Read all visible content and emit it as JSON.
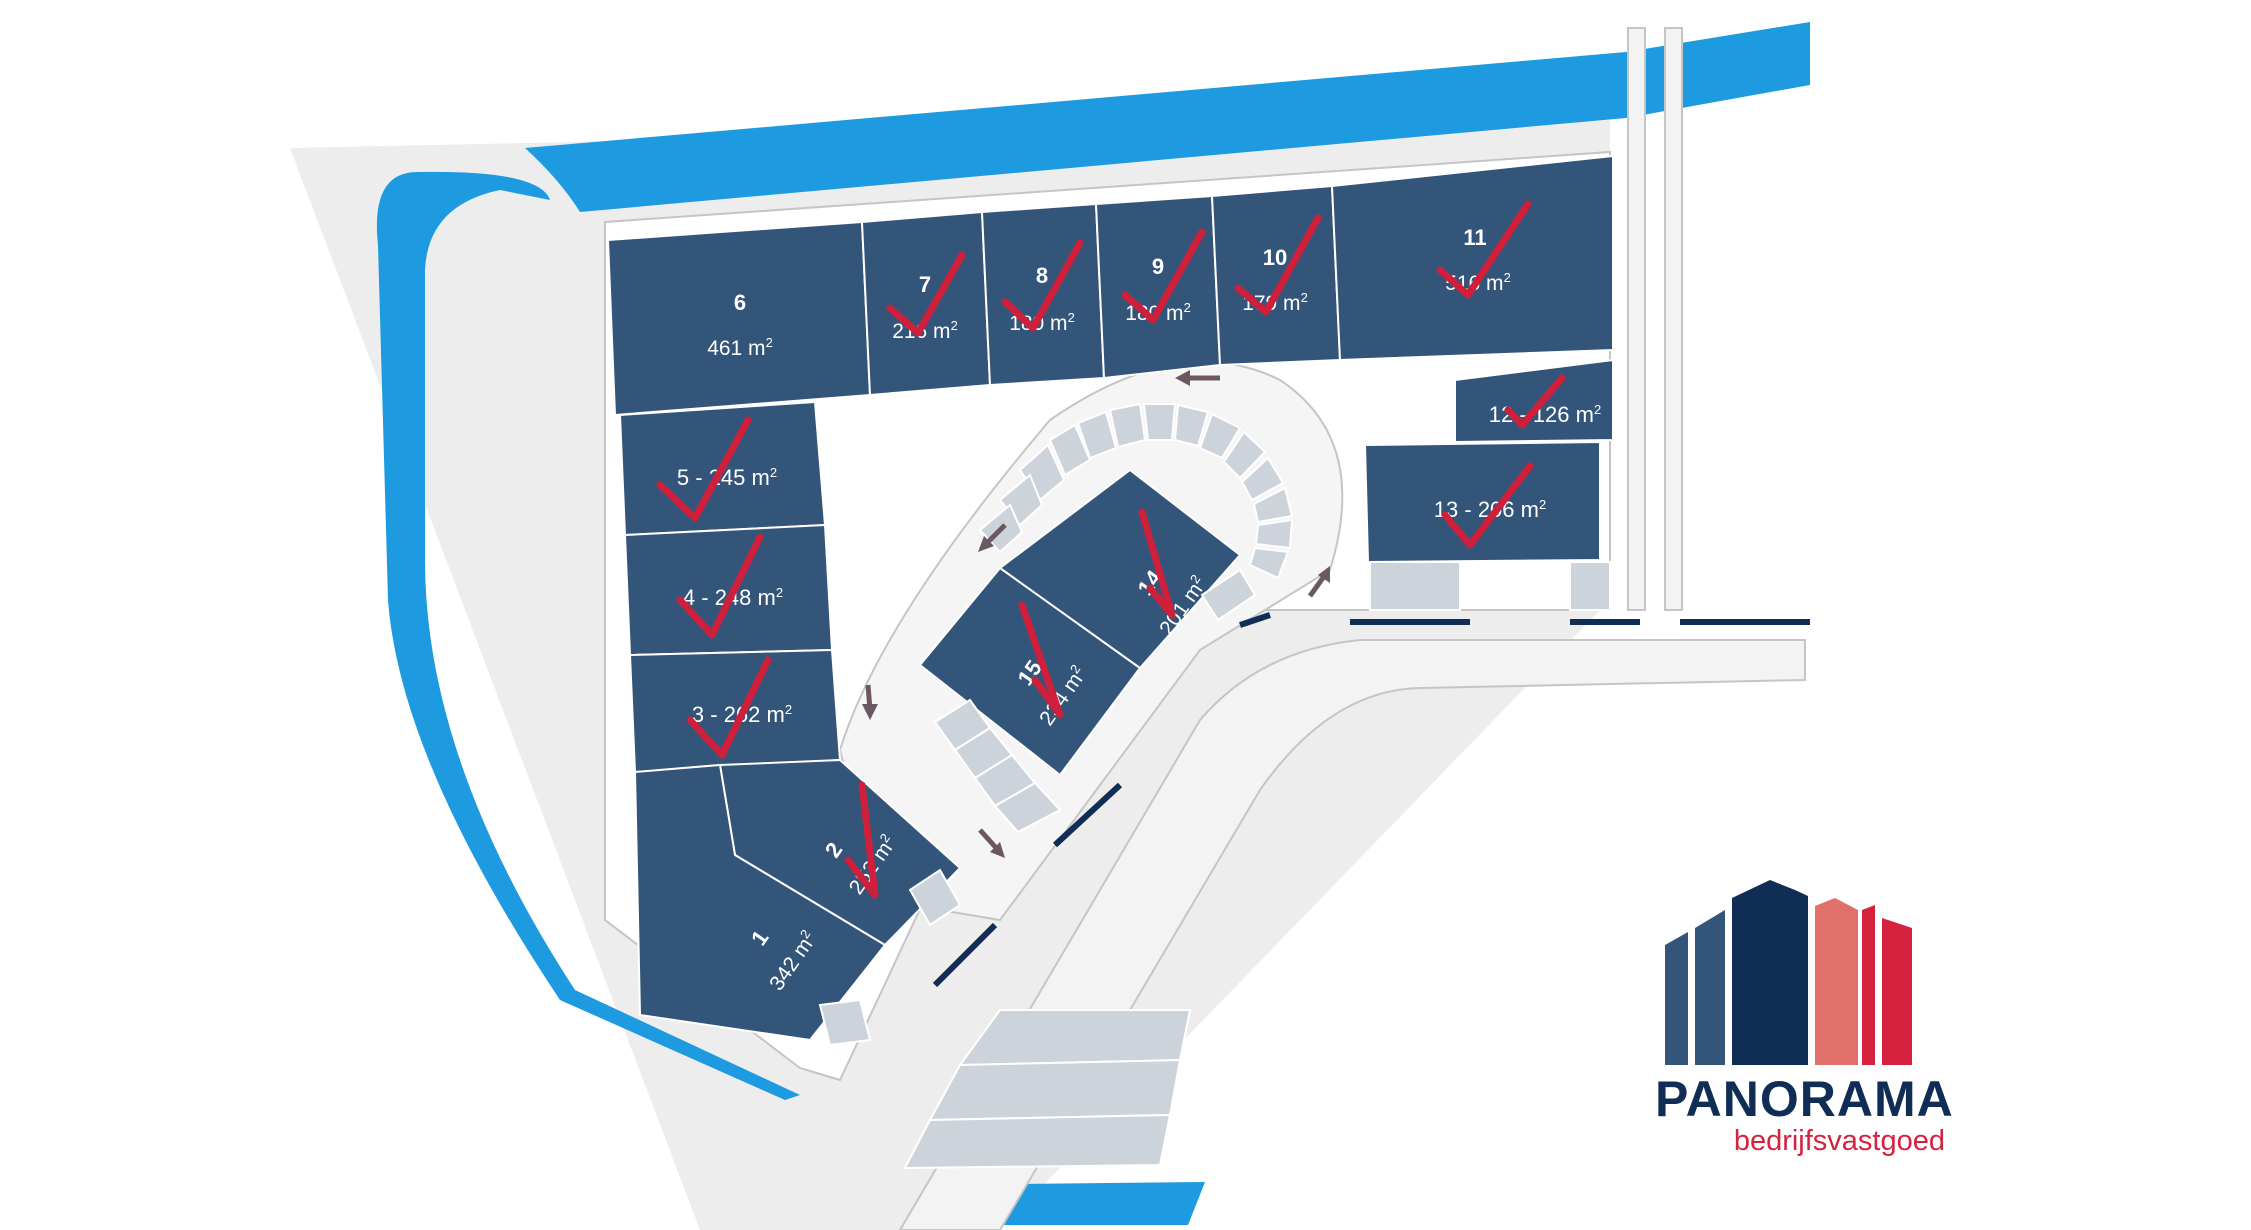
{
  "lots": [
    {
      "id": "1",
      "number": "1",
      "area": "342 m",
      "sold": true
    },
    {
      "id": "2",
      "number": "2",
      "area": "252 m",
      "sold": true
    },
    {
      "id": "3",
      "label": "3 - 262 m",
      "sold": true
    },
    {
      "id": "4",
      "label": "4 - 248 m",
      "sold": true
    },
    {
      "id": "5",
      "label": "5 - 245 m",
      "sold": true
    },
    {
      "id": "6",
      "number": "6",
      "area": "461 m",
      "sold": false
    },
    {
      "id": "7",
      "number": "7",
      "area": "216 m",
      "sold": true
    },
    {
      "id": "8",
      "number": "8",
      "area": "180 m",
      "sold": true
    },
    {
      "id": "9",
      "number": "9",
      "area": "180 m",
      "sold": true
    },
    {
      "id": "10",
      "number": "10",
      "area": "179 m",
      "sold": true
    },
    {
      "id": "11",
      "number": "11",
      "area": "516 m",
      "sold": true
    },
    {
      "id": "12",
      "label": "12 - 126 m",
      "sold": true
    },
    {
      "id": "13",
      "label": "13 - 206 m",
      "sold": true
    },
    {
      "id": "14",
      "number": "14",
      "area": "201 m",
      "sold": true
    },
    {
      "id": "15",
      "number": "15",
      "area": "234 m",
      "sold": true
    }
  ],
  "area_superscript": "2",
  "brand": {
    "name": "PANORAMA",
    "tagline": "bedrijfsvastgoed"
  },
  "colors": {
    "unit": "#34557a",
    "water": "#1e9ae0",
    "sold_mark": "#cf1f3a",
    "parking": "#ccd3db",
    "road_edge": "#c5c5c5",
    "brand_navy": "#0f2d55",
    "brand_blue": "#34557a",
    "brand_red": "#d6223e",
    "brand_salmon": "#e0706a"
  },
  "icons": {
    "sold_mark": "check-icon",
    "traffic_direction": "arrow-icon"
  }
}
